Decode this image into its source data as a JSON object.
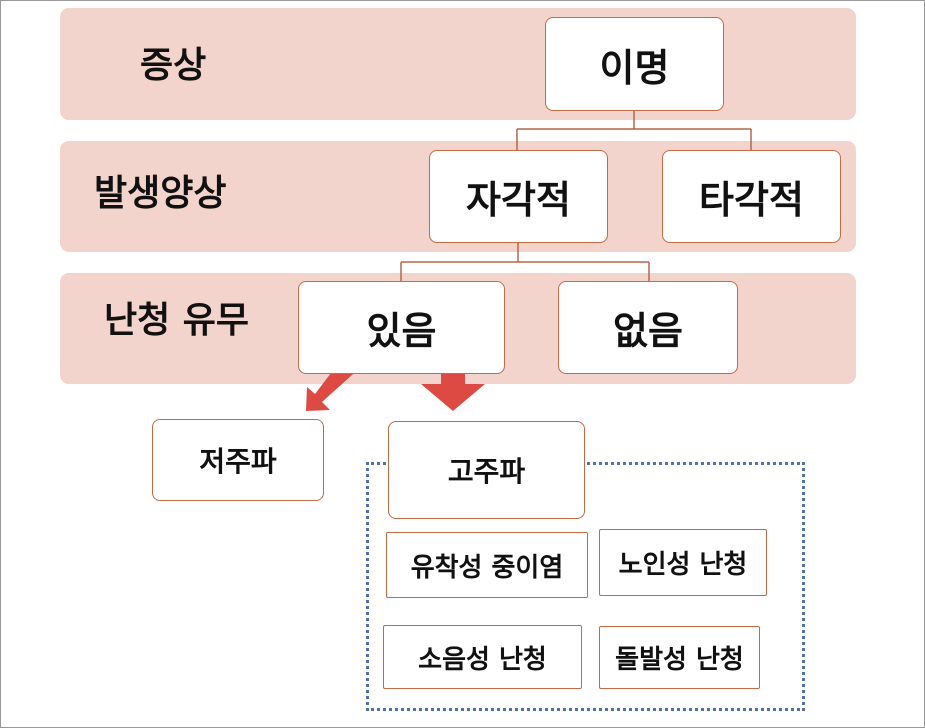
{
  "rows": {
    "symptom": {
      "label": "증상"
    },
    "onset": {
      "label": "발생양상"
    },
    "hearing_loss": {
      "label": "난청 유무"
    }
  },
  "nodes": {
    "tinnitus": "이명",
    "subjective": "자각적",
    "objective": "타각적",
    "present": "있음",
    "absent": "없음",
    "low_freq": "저주파",
    "high_freq": "고주파"
  },
  "causes": [
    "유착성 중이염",
    "노인성 난청",
    "소음성 난청",
    "돌발성 난청"
  ],
  "colors": {
    "band": "#f3d4cc",
    "node_border": "#c46a45",
    "connector": "#b5664a",
    "arrow": "#dd4a44",
    "group_border": "#4f73a8"
  }
}
